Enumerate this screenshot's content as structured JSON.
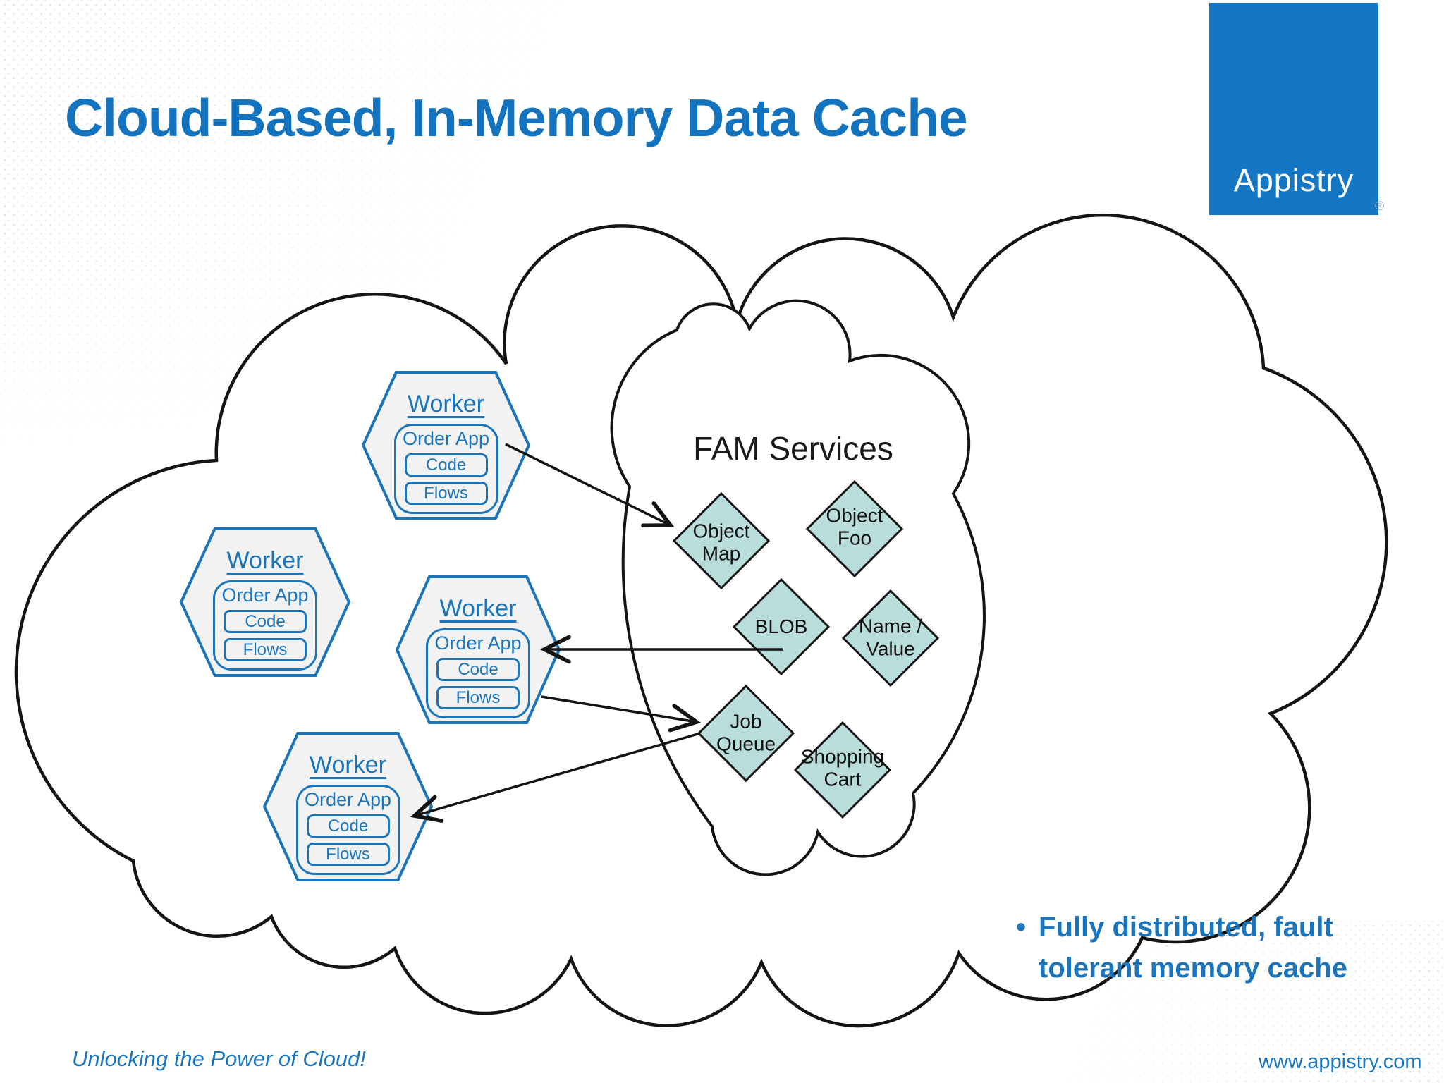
{
  "slide": {
    "title": "Cloud-Based, In-Memory Data Cache",
    "bullet_marker": "•",
    "bullet_text": "Fully distributed, fault\ntolerant memory cache",
    "footer_left": "Unlocking the Power of Cloud!",
    "footer_right": "www.appistry.com"
  },
  "logo": {
    "brand": "Appistry",
    "registered_mark": "®"
  },
  "diagram": {
    "fam_title": "FAM Services",
    "workers": [
      {
        "title": "Worker",
        "app_label": "Order App",
        "code_label": "Code",
        "flows_label": "Flows"
      },
      {
        "title": "Worker",
        "app_label": "Order App",
        "code_label": "Code",
        "flows_label": "Flows"
      },
      {
        "title": "Worker",
        "app_label": "Order App",
        "code_label": "Code",
        "flows_label": "Flows"
      },
      {
        "title": "Worker",
        "app_label": "Order App",
        "code_label": "Code",
        "flows_label": "Flows"
      }
    ],
    "services": [
      {
        "label": "Object\nMap"
      },
      {
        "label": "Object\nFoo"
      },
      {
        "label": "BLOB"
      },
      {
        "label": "Name /\nValue"
      },
      {
        "label": "Job\nQueue"
      },
      {
        "label": "Shopping\nCart"
      }
    ]
  },
  "colors": {
    "title_blue": "#1373BE",
    "accent_blue": "#1B75BB",
    "diamond_fill": "#B9DDDA",
    "outline_black": "#141414",
    "logo_blue": "#1577C4",
    "hexagon_fill": "#F2F2F3"
  }
}
